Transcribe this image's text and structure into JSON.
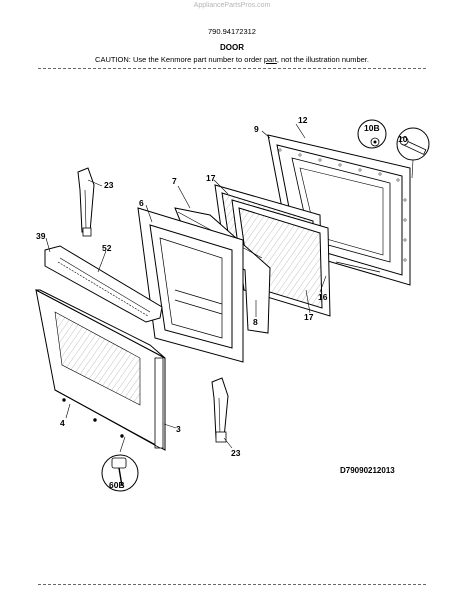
{
  "watermark": "AppliancePartsPros.com",
  "model_number": "790.94172312",
  "section_title": "DOOR",
  "caution": {
    "part1": "CAUTION: Use the Kenmore part number to order ",
    "link": "part",
    "part2": ", not the illustration number."
  },
  "callouts": {
    "c12": "12",
    "c9": "9",
    "c10b": "10B",
    "c10": "10",
    "c17a": "17",
    "c7": "7",
    "c23a": "23",
    "c6": "6",
    "c39": "39",
    "c52": "52",
    "c16": "16",
    "c17b": "17",
    "c8": "8",
    "c4": "4",
    "c3": "3",
    "c23b": "23",
    "c60b": "60B"
  },
  "diagram_code": "D79090212013"
}
